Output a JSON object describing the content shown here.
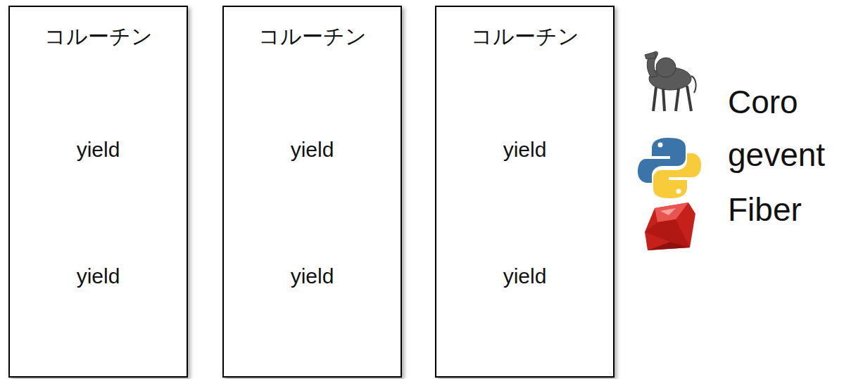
{
  "diagram": {
    "nodes": [
      {
        "text": [
          "コルーチン",
          "yield",
          "yield"
        ]
      },
      {
        "text": [
          "コルーチン",
          "yield",
          "yield"
        ]
      },
      {
        "text": [
          "コルーチン",
          "yield",
          "yield"
        ]
      }
    ],
    "labels": [
      "Coro",
      "gevent",
      "Fiber"
    ]
  }
}
